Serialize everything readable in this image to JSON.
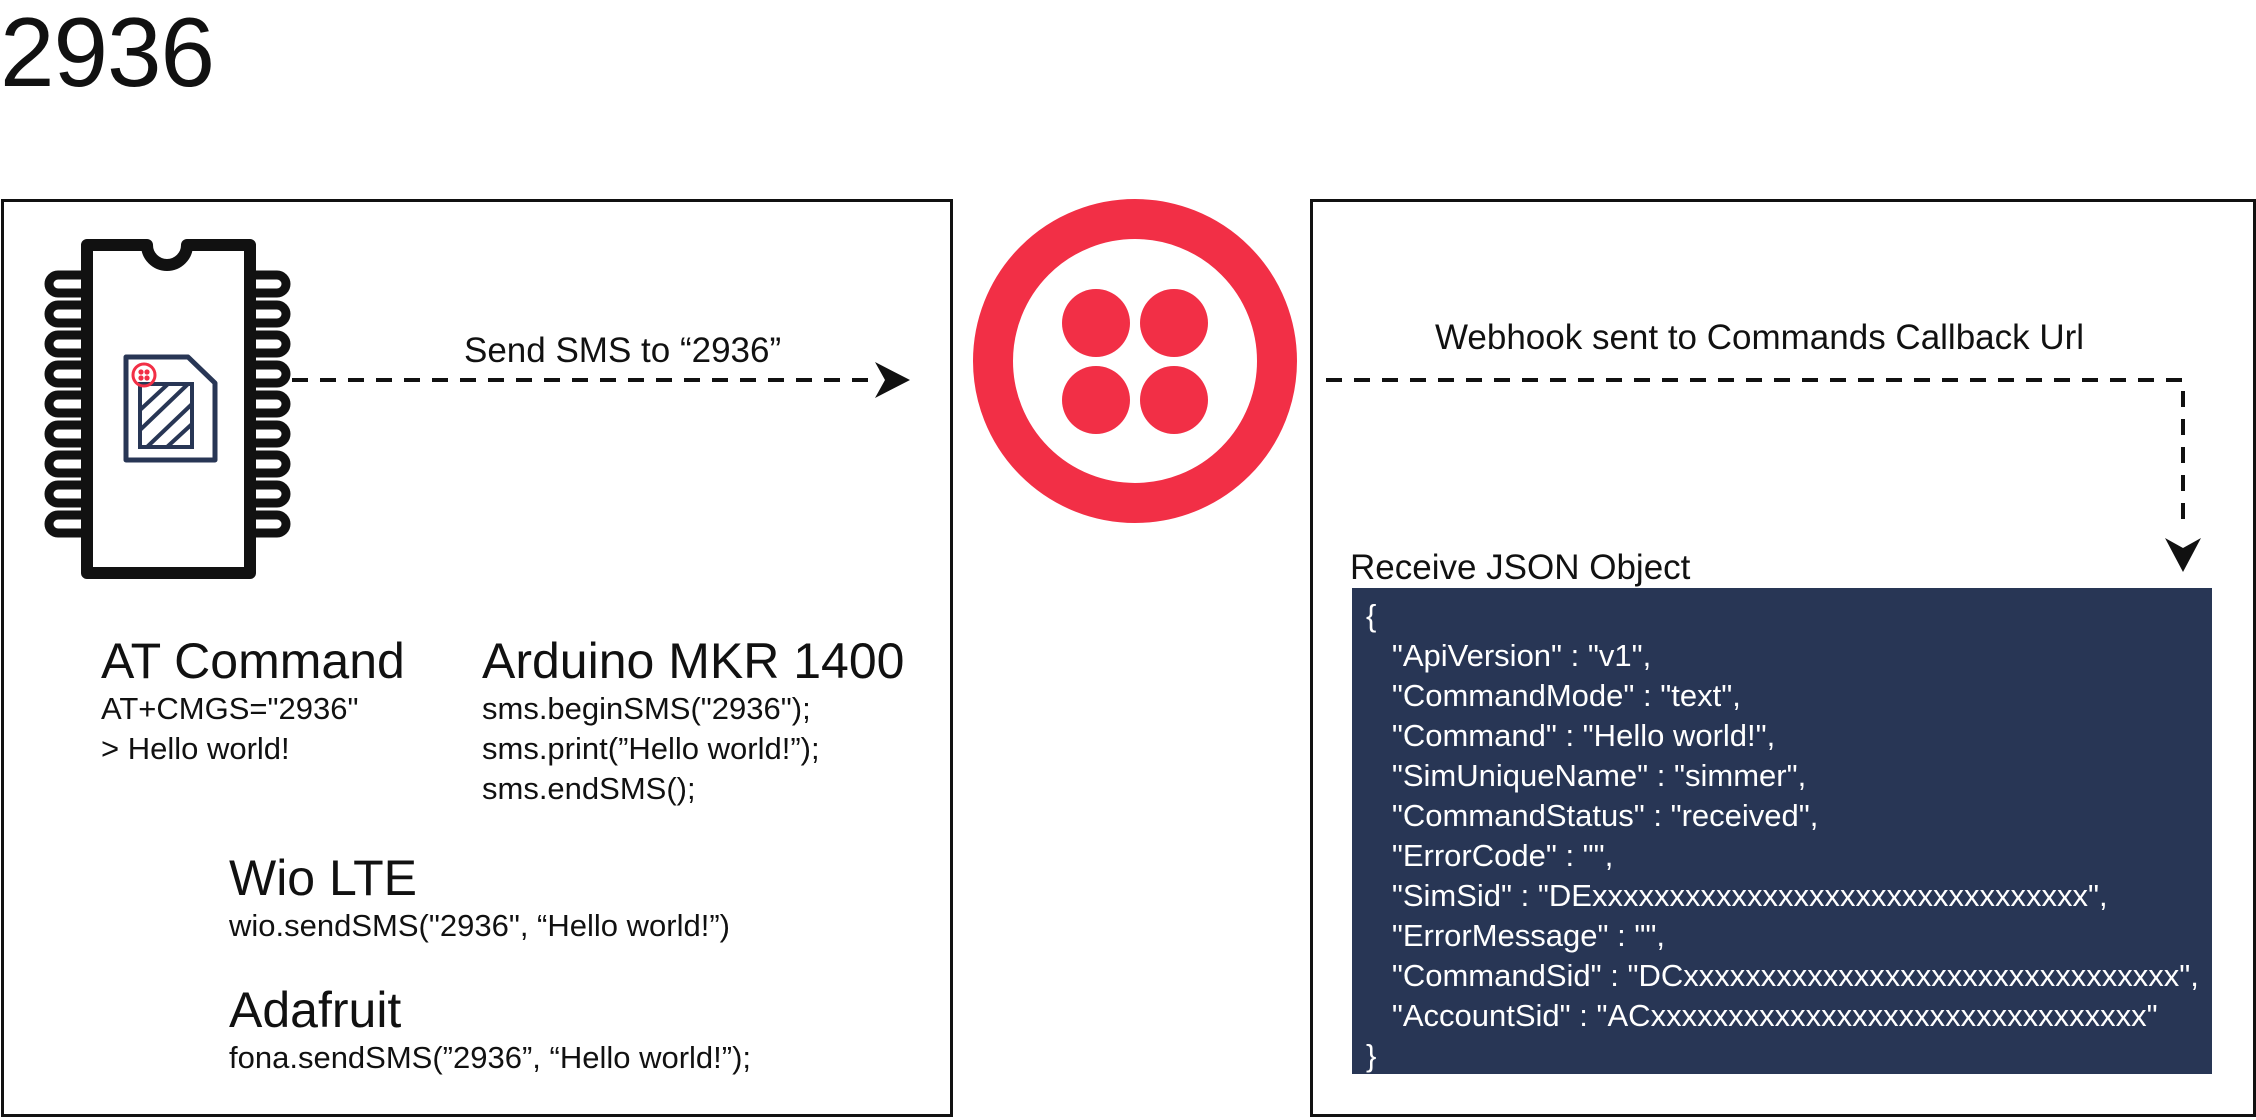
{
  "title": "2936",
  "edges": {
    "send": "Send SMS to “2936”",
    "webhook": "Webhook sent to Commands Callback Url"
  },
  "json_label": "Receive JSON Object",
  "json_lines": [
    "{",
    "   \"ApiVersion\" : \"v1\",",
    "   \"CommandMode\" : \"text\",",
    "   \"Command\" : \"Hello world!\",",
    "   \"SimUniqueName\" : \"simmer\",",
    "   \"CommandStatus\" : \"received\",",
    "   \"ErrorCode\" : \"\",",
    "   \"SimSid\" : \"DExxxxxxxxxxxxxxxxxxxxxxxxxxxxxxxx\",",
    "   \"ErrorMessage\" : \"\",",
    "   \"CommandSid\" : \"DCxxxxxxxxxxxxxxxxxxxxxxxxxxxxxxxx\",",
    "   \"AccountSid\" : \"ACxxxxxxxxxxxxxxxxxxxxxxxxxxxxxxxx\"",
    "}"
  ],
  "examples": {
    "at_command": {
      "heading": "AT Command",
      "lines": [
        "AT+CMGS=\"2936\"",
        "> Hello world!"
      ]
    },
    "arduino": {
      "heading": "Arduino MKR 1400",
      "lines": [
        "sms.beginSMS(\"2936\");",
        "sms.print(”Hello world!”);",
        "sms.endSMS();"
      ]
    },
    "wio": {
      "heading": "Wio LTE",
      "lines": [
        "wio.sendSMS(\"2936\", “Hello world!”)"
      ]
    },
    "adafruit": {
      "heading": "Adafruit",
      "lines": [
        "fona.sendSMS(”2936”, “Hello world!”);"
      ]
    }
  },
  "colors": {
    "twilio_red": "#F22F46",
    "json_bg": "#283655",
    "ink": "#111111"
  },
  "icons": {
    "chip": "microcontroller-chip-icon",
    "sim": "sim-card-icon",
    "logo": "twilio-logo-icon"
  }
}
